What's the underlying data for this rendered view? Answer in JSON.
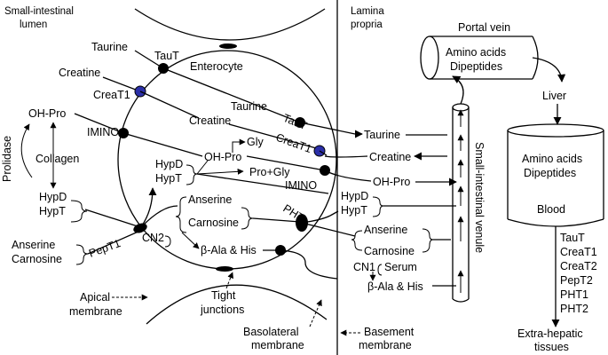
{
  "regions": {
    "lumen": [
      "Small-intestinal",
      "lumen"
    ],
    "lamina": [
      "Lamina",
      "propria"
    ],
    "portal_vein": "Portal vein",
    "venule": "Small-intestinal venule",
    "liver": "Liver",
    "extra_hepatic": [
      "Extra-hepatic",
      "tissues"
    ]
  },
  "cell": {
    "name": "Enterocyte",
    "apical_membrane": [
      "Apical",
      "membrane"
    ],
    "tight_junctions": [
      "Tight",
      "junctions"
    ],
    "basolateral_membrane": [
      "Basolateral",
      "membrane"
    ],
    "basement_membrane": [
      "Basement",
      "membrane"
    ]
  },
  "transporters": {
    "taut_apical": "TauT",
    "creat1_apical": "CreaT1",
    "imino_apical": "IMINO",
    "pept1": "PepT1",
    "cn2": "CN2",
    "taut_baso": "TauT",
    "creat1_baso": "CreaT1",
    "imino_baso": "IMINO",
    "phts": "PHTs",
    "cn1": "CN1"
  },
  "substances": {
    "taurine_lumen": "Taurine",
    "creatine_lumen": "Creatine",
    "ohpro_lumen": "OH-Pro",
    "prolidase": "Prolidase",
    "collagen": "Collagen",
    "hypd_lumen": "HypD",
    "hypt_lumen": "HypT",
    "anserine_lumen": "Anserine",
    "carnosine_lumen": "Carnosine",
    "taurine_cell": "Taurine",
    "creatine_cell": "Creatine",
    "ohpro_cell": "OH-Pro",
    "gly": "Gly",
    "hypd_cell": "HypD",
    "hypt_cell": "HypT",
    "pro_gly": "Pro+Gly",
    "anserine_cell": "Anserine",
    "carnosine_cell": "Carnosine",
    "bala_his_cell": "β-Ala & His",
    "taurine_lp": "Taurine",
    "creatine_lp": "Creatine",
    "ohpro_lp": "OH-Pro",
    "hypd_lp": "HypD",
    "hypt_lp": "HypT",
    "anserine_lp": "Anserine",
    "carnosine_lp": "Carnosine",
    "serum": "Serum",
    "bala_his_lp": "β-Ala & His"
  },
  "portal_box": [
    "Amino acids",
    "Dipeptides"
  ],
  "blood_box": [
    "Amino acids",
    "Dipeptides",
    "Blood"
  ],
  "tissue_transporters": [
    "TauT",
    "CreaT1",
    "CreaT2",
    "PepT2",
    "PHT1",
    "PHT2"
  ]
}
